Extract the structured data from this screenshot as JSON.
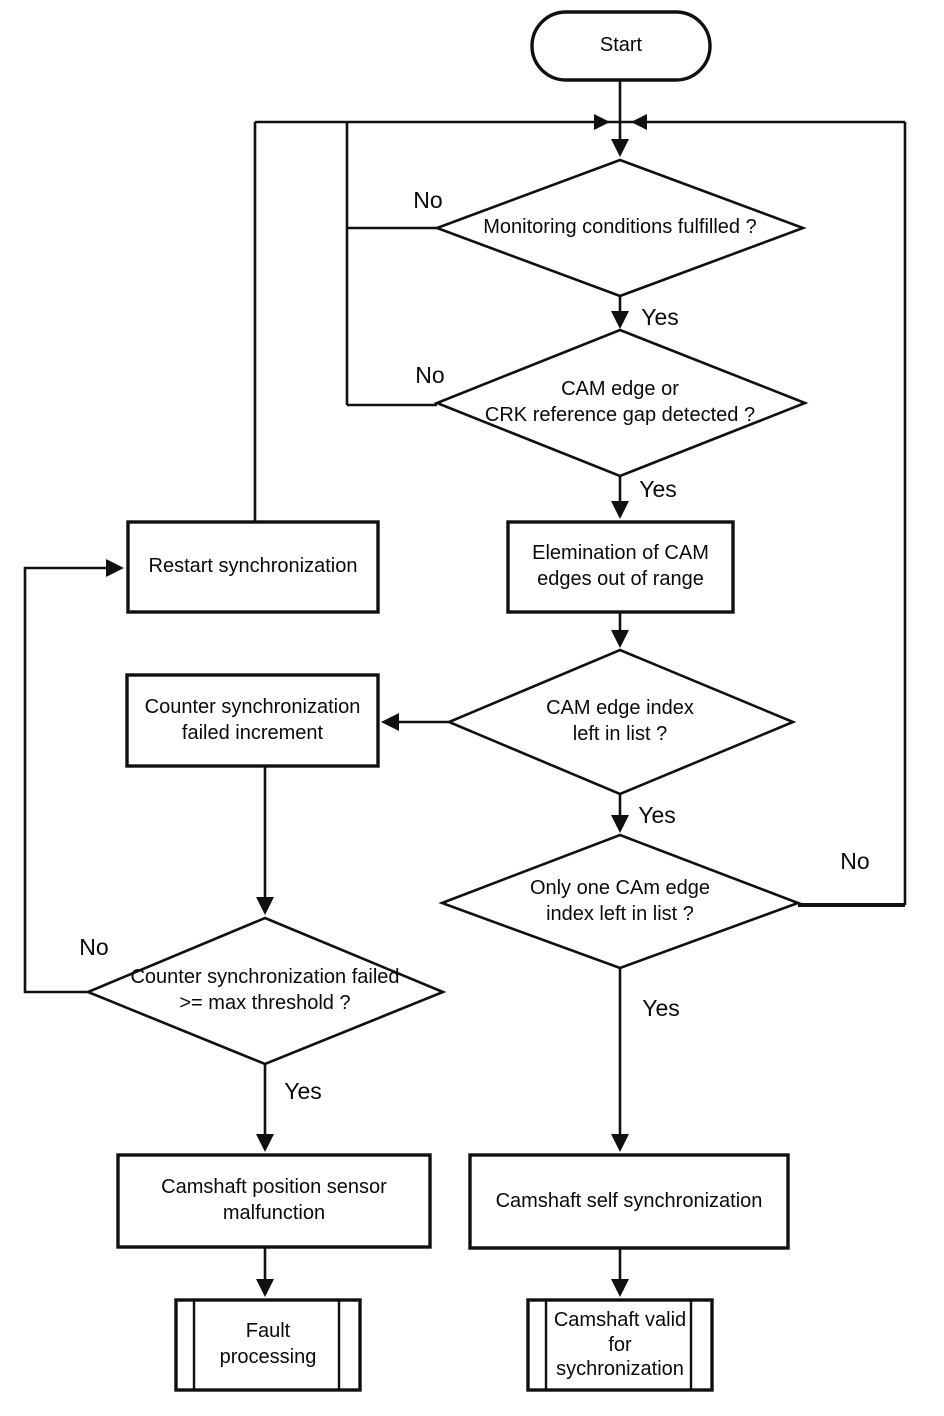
{
  "nodes": {
    "start": {
      "type": "terminator",
      "label": "Start"
    },
    "monitoring": {
      "type": "decision",
      "label": "Monitoring conditions fulfilled ?"
    },
    "cam_edge": {
      "type": "decision",
      "label": "CAM edge or\nCRK reference gap detected ?"
    },
    "elimination": {
      "type": "process",
      "label": "Elemination of CAM\nedges out of range"
    },
    "restart": {
      "type": "process",
      "label": "Restart synchronization"
    },
    "cam_index": {
      "type": "decision",
      "label": "CAM edge index\nleft in list ?"
    },
    "counter_increment": {
      "type": "process",
      "label": "Counter synchronization\nfailed increment"
    },
    "only_one": {
      "type": "decision",
      "label": "Only one CAm edge\nindex left in list ?"
    },
    "threshold": {
      "type": "decision",
      "label": "Counter synchronization failed\n>= max threshold ?"
    },
    "malfunction": {
      "type": "process",
      "label": "Camshaft position sensor\nmalfunction"
    },
    "fault_processing": {
      "type": "predefined-process",
      "label": "Fault\nprocessing"
    },
    "self_sync": {
      "type": "process",
      "label": "Camshaft self synchronization"
    },
    "valid_sync": {
      "type": "predefined-process",
      "label": "Camshaft valid\nfor\nsychronization"
    }
  },
  "edge_labels": {
    "monitoring_no": "No",
    "monitoring_yes": "Yes",
    "cam_edge_no": "No",
    "cam_edge_yes": "Yes",
    "cam_index_yes": "Yes",
    "only_one_no": "No",
    "only_one_yes": "Yes",
    "threshold_no": "No",
    "threshold_yes": "Yes"
  },
  "colors": {
    "ink": "#101010",
    "background": "#ffffff"
  }
}
